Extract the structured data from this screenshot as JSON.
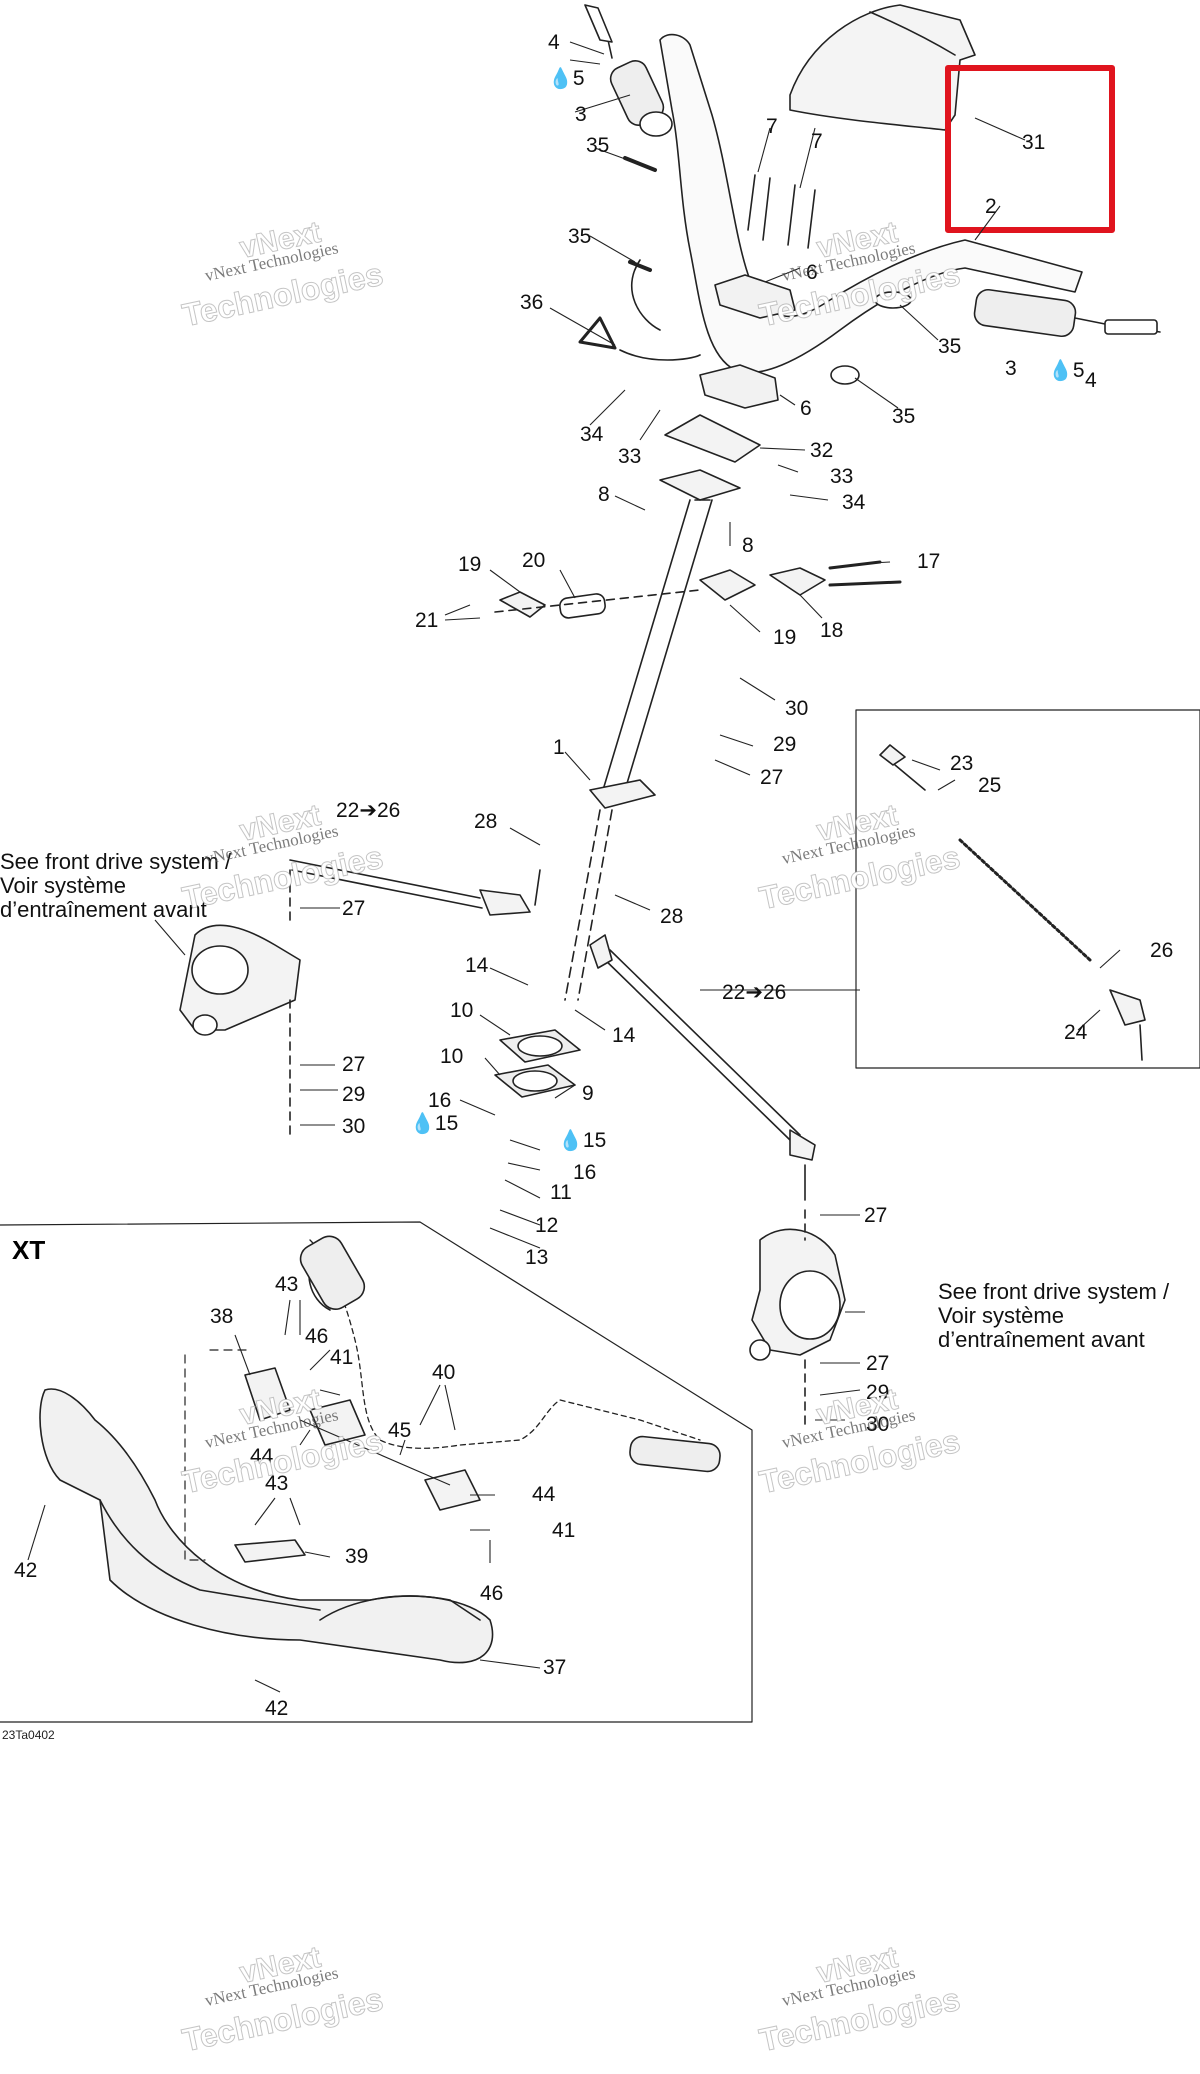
{
  "diagram": {
    "figure_code": "23Ta0402",
    "inset_title": "XT",
    "notes": {
      "left": "See front drive system /\nVoir système\nd’entraînement avant",
      "right": "See front drive system /\nVoir système\nd’entraînement avant"
    },
    "callouts": {
      "c1": "1",
      "c2": "2",
      "c3a": "3",
      "c3b": "3",
      "c4a": "4",
      "c4b": "4",
      "c5a": "5",
      "c5b": "5",
      "c6a": "6",
      "c6b": "6",
      "c7a": "7",
      "c7b": "7",
      "c8a": "8",
      "c8b": "8",
      "c9": "9",
      "c10a": "10",
      "c10b": "10",
      "c11": "11",
      "c12": "12",
      "c13": "13",
      "c14a": "14",
      "c14b": "14",
      "c15a": "15",
      "c15b": "15",
      "c16a": "16",
      "c16b": "16",
      "c17": "17",
      "c18": "18",
      "c19a": "19",
      "c19b": "19",
      "c20": "20",
      "c21": "21",
      "c22a": "22➔26",
      "c22b": "22➔26",
      "c23": "23",
      "c24": "24",
      "c25": "25",
      "c26": "26",
      "c27a": "27",
      "c27b": "27",
      "c27c": "27",
      "c27d": "27",
      "c27e": "27",
      "c28a": "28",
      "c28b": "28",
      "c29a": "29",
      "c29b": "29",
      "c29c": "29",
      "c30a": "30",
      "c30b": "30",
      "c30c": "30",
      "c31": "31",
      "c32": "32",
      "c33a": "33",
      "c33b": "33",
      "c34a": "34",
      "c34b": "34",
      "c35a": "35",
      "c35b": "35",
      "c35c": "35",
      "c35d": "35",
      "c36": "36",
      "c37": "37",
      "c38": "38",
      "c39": "39",
      "c40": "40",
      "c41a": "41",
      "c41b": "41",
      "c42a": "42",
      "c42b": "42",
      "c43a": "43",
      "c43b": "43",
      "c44a": "44",
      "c44b": "44",
      "c45": "45",
      "c46a": "46",
      "c46b": "46"
    },
    "watermark": {
      "small": "vNext Technologies",
      "big": "Technologies",
      "top": "vNext"
    },
    "highlight_color": "#e0141e"
  }
}
